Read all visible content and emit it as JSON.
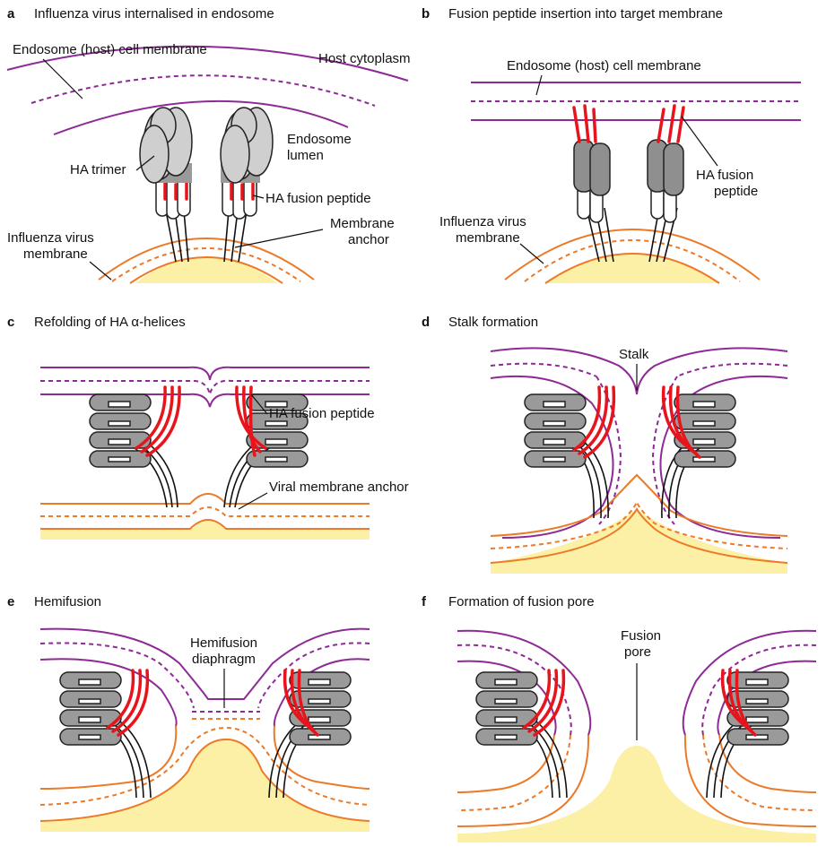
{
  "colors": {
    "host_membrane": "#8e2a96",
    "viral_membrane": "#ec7a28",
    "viral_core": "#fbf0a6",
    "fusion_peptide": "#e8141c",
    "ha_protein": "#9a9a9a"
  },
  "panels": {
    "a": {
      "letter": "a",
      "title": "Influenza virus internalised in endosome",
      "labels": {
        "host_membrane": "Endosome (host) cell membrane",
        "cytoplasm": "Host cytoplasm",
        "lumen_1": "Endosome",
        "lumen_2": "lumen",
        "trimer": "HA trimer",
        "fusion_peptide": "HA fusion peptide",
        "anchor_1": "Membrane",
        "anchor_2": "anchor",
        "virus_1": "Influenza virus",
        "virus_2": "membrane"
      }
    },
    "b": {
      "letter": "b",
      "title": "Fusion peptide insertion into target membrane",
      "labels": {
        "host_membrane": "Endosome (host) cell membrane",
        "fp_1": "HA fusion",
        "fp_2": "peptide",
        "virus_1": "Influenza virus",
        "virus_2": "membrane"
      }
    },
    "c": {
      "letter": "c",
      "title": "Refolding of HA α-helices",
      "labels": {
        "fusion_peptide": "HA fusion peptide",
        "anchor": "Viral membrane anchor"
      }
    },
    "d": {
      "letter": "d",
      "title": "Stalk formation",
      "labels": {
        "stalk": "Stalk"
      }
    },
    "e": {
      "letter": "e",
      "title": "Hemifusion",
      "labels": {
        "diaphragm_1": "Hemifusion",
        "diaphragm_2": "diaphragm"
      }
    },
    "f": {
      "letter": "f",
      "title": "Formation of fusion pore",
      "labels": {
        "pore_1": "Fusion",
        "pore_2": "pore"
      }
    }
  }
}
